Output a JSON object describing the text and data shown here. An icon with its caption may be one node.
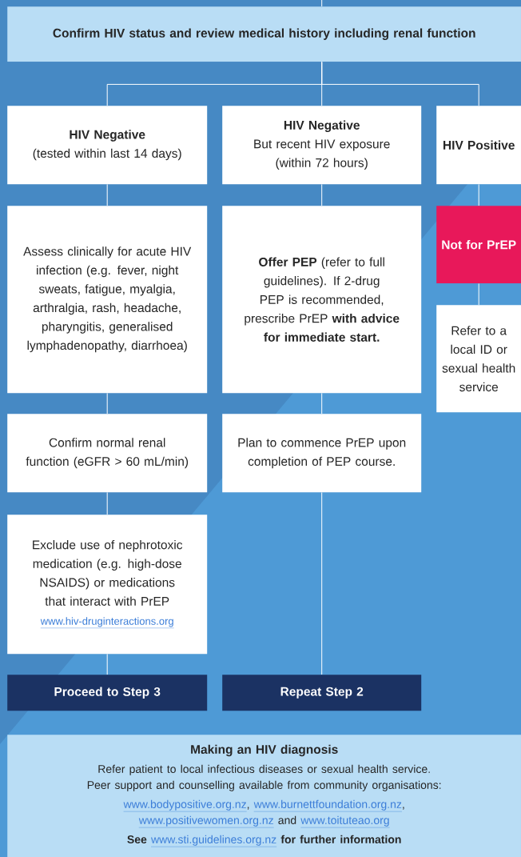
{
  "diagram": {
    "nodes": [
      {
        "text": [
          "Confirm HIV status and review medical history including renal function"
        ]
      },
      {
        "text": [
          "HIV Negative",
          "(tested within last 14 days)"
        ]
      },
      {
        "text": [
          "HIV Negative",
          "But recent HIV exposure (within 72 hours)"
        ]
      },
      {
        "text": [
          "HIV Positive"
        ]
      },
      {
        "text": [
          "Assess clinically for acute HIV infection (e.g. fever, night sweats, fatigue, myalgia, arthralgia, rash, headache, pharyngitis, generalised lymphadenopathy, diarrhoea)"
        ]
      },
      {
        "text": [
          "**Offer PEP** (refer to full guidelines). If 2-drug PEP is recommended, prescribe PrEP **with advice for immediate start.**"
        ]
      },
      {
        "text": [
          "Not for PrEP"
        ]
      },
      {
        "text": [
          "Refer to a local ID or sexual health service"
        ]
      },
      {
        "text": [
          "Confirm normal renal function (eGFR > 60 mL/min)"
        ]
      },
      {
        "text": [
          "Plan to commence PrEP upon completion of PEP course."
        ]
      },
      {
        "text": [
          "Exclude use of nephrotoxic medication (e.g. high-dose NSAIDS) or medications that interact with PrEP",
          "www.hiv-druginteractions.org"
        ]
      },
      {
        "text": [
          "Proceed to Step 3"
        ]
      },
      {
        "text": [
          "Repeat Step 2"
        ]
      },
      {
        "text": [
          "Making an HIV diagnosis",
          "Refer patient to local infectious diseases or sexual health service. Peer support and counselling available from community organisations:",
          "www.bodypositive.org.nz",
          ",",
          "www.burnettfoundation.org.nz",
          ",",
          "www.positivewomen.org.nz",
          "and",
          "www.toituteao.org",
          "See",
          "www.sti.guidelines.org.nz",
          "for further information"
        ]
      }
    ],
    "edges": [
      {
        "from": null,
        "to": 0,
        "arrow": "none"
      },
      {
        "from": 0,
        "to": 1,
        "arrow": "none"
      },
      {
        "from": 0,
        "to": 2,
        "arrow": "none"
      },
      {
        "from": 0,
        "to": 3,
        "arrow": "none"
      },
      {
        "from": 1,
        "to": 4,
        "arrow": "none"
      },
      {
        "from": 4,
        "to": 8,
        "arrow": "none"
      },
      {
        "from": 8,
        "to": 10,
        "arrow": "none"
      },
      {
        "from": 10,
        "to": 11,
        "arrow": "none"
      },
      {
        "from": 2,
        "to": 5,
        "arrow": "none"
      },
      {
        "from": 5,
        "to": 9,
        "arrow": "none"
      },
      {
        "from": 9,
        "to": 12,
        "arrow": "none"
      },
      {
        "from": 3,
        "to": 6,
        "arrow": "none"
      },
      {
        "from": 6,
        "to": 7,
        "arrow": "none"
      }
    ]
  }
}
